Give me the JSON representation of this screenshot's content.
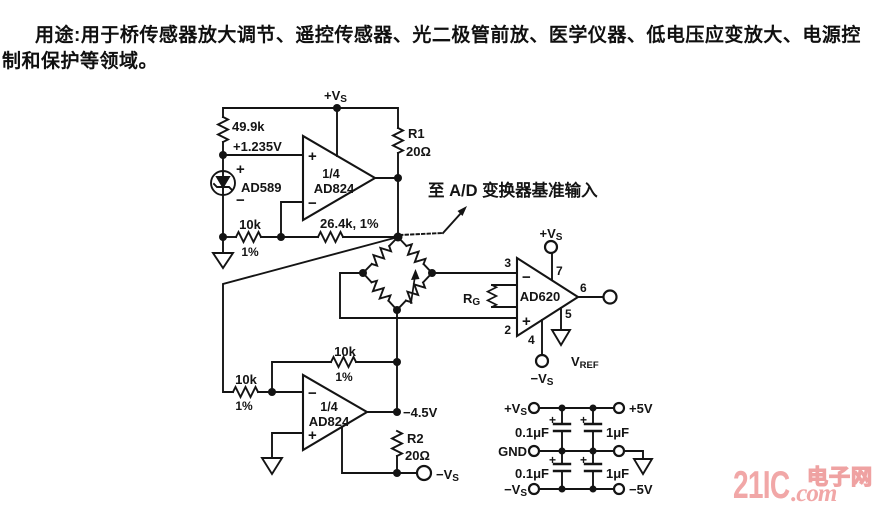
{
  "description": {
    "label": "用途:",
    "body": "用于桥传感器放大调节、遥控传感器、光二极管前放、医学仪器、低电压应变放大、电源控制和保护等领域。"
  },
  "circuit": {
    "vs_top": {
      "main": "+V",
      "sub": "S"
    },
    "r49k": "49.9k",
    "vref_val": "+1.235V",
    "ad589": {
      "part": "AD589",
      "plus": "+",
      "minus": "−"
    },
    "opamp1": {
      "fraction": "1/4",
      "part": "AD824",
      "plus": "+",
      "minus": "−"
    },
    "r1": {
      "name": "R1",
      "value": "20Ω"
    },
    "r10k_in1": {
      "value": "10k",
      "tol": "1%"
    },
    "r26k": "26.4k, 1%",
    "adc_note": "至 A/D 变换器基准输入",
    "ad620": {
      "part": "AD620",
      "plus": "+",
      "minus": "−",
      "pin2": "2",
      "pin3": "3",
      "pin4": "4",
      "pin5": "5",
      "pin6": "6",
      "pin7": "7",
      "rg": {
        "main": "R",
        "sub": "G"
      },
      "vs_plus": {
        "main": "+V",
        "sub": "S"
      },
      "vs_minus": {
        "main": "−V",
        "sub": "S"
      },
      "vref": {
        "main": "V",
        "sub": "REF"
      }
    },
    "opamp2": {
      "fraction": "1/4",
      "part": "AD824",
      "plus": "+",
      "minus": "−"
    },
    "r10k_in2": {
      "value": "10k",
      "tol": "1%"
    },
    "r10k_fb": {
      "value": "10k",
      "tol": "1%"
    },
    "v_out": "−4.5V",
    "r2": {
      "name": "R2",
      "value": "20Ω"
    },
    "out_term": {
      "main": "−V",
      "sub": "S"
    }
  },
  "psu": {
    "vs_plus": {
      "main": "+V",
      "sub": "S"
    },
    "vs_minus": {
      "main": "−V",
      "sub": "S"
    },
    "gnd": "GND",
    "p5v": "+5V",
    "m5v": "−5V",
    "cap_plus": "+",
    "cap_small_top": "0.1μF",
    "cap_big_top": "1μF",
    "cap_small_bot": "0.1μF",
    "cap_big_bot": "1μF"
  },
  "watermark": {
    "logo": "21IC",
    "suffix": ".com",
    "cn": "电子网",
    "color": "#f1a7a7"
  }
}
